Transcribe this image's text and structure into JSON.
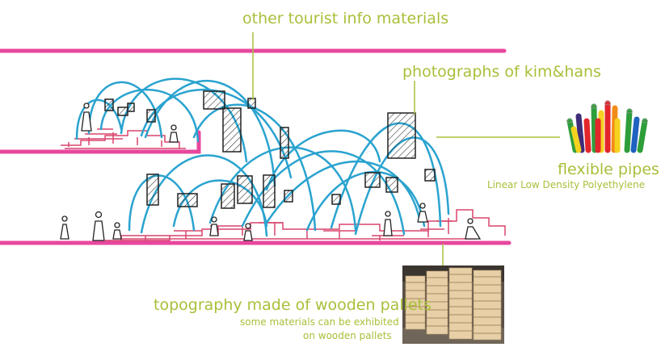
{
  "labels": {
    "other_tourist": "other tourist info materials",
    "photographs": "photographs of kim&hans",
    "flexible_pipes": "flexible pipes",
    "pipe_material": "Linear Low Density Polyethylene",
    "topography": "topography made of wooden pallets",
    "exhibit_line1": "some materials can be exhibited",
    "exhibit_line2": "on wooden pallets"
  },
  "colors": {
    "floor": "#e8479e",
    "pipe": "#2aa3cf",
    "leader": "#a8c03a",
    "pallet": "#d9456d",
    "label": "#a8c03a"
  },
  "icons": [
    "pipes-photo",
    "pallets-photo",
    "person-figure",
    "hanging-frame"
  ]
}
